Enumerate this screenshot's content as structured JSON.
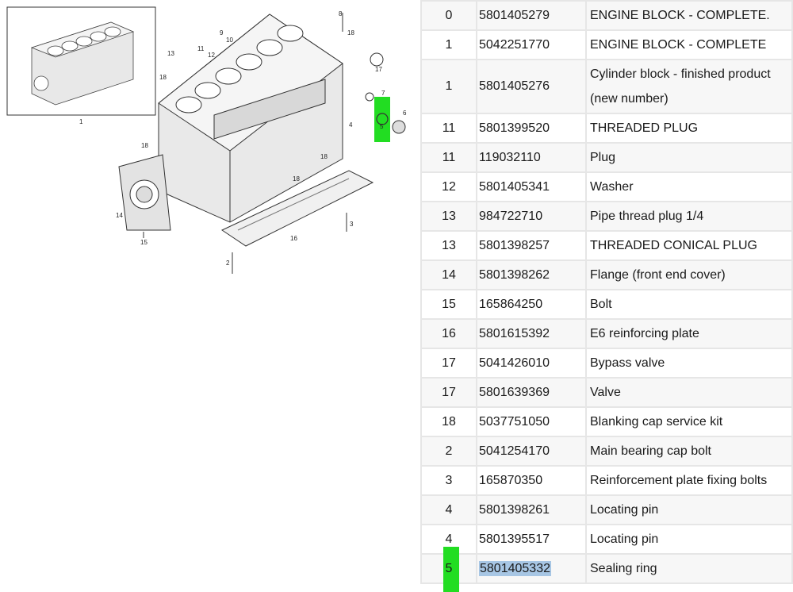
{
  "diagram": {
    "inset_label": "1",
    "callouts": [
      "8",
      "9",
      "10",
      "11",
      "12",
      "13",
      "18",
      "18",
      "17",
      "7",
      "6",
      "5",
      "4",
      "18",
      "18",
      "18",
      "14",
      "15",
      "16",
      "3",
      "2"
    ]
  },
  "table": {
    "rows": [
      {
        "ref": "0",
        "number": "5801405279",
        "description": "ENGINE BLOCK - COMPLETE."
      },
      {
        "ref": "1",
        "number": "5042251770",
        "description": "ENGINE BLOCK - COMPLETE"
      },
      {
        "ref": "1",
        "number": "5801405276",
        "description": "Cylinder block - finished product (new number)"
      },
      {
        "ref": "11",
        "number": "5801399520",
        "description": "THREADED PLUG"
      },
      {
        "ref": "11",
        "number": "119032110",
        "description": "Plug"
      },
      {
        "ref": "12",
        "number": "5801405341",
        "description": "Washer"
      },
      {
        "ref": "13",
        "number": "984722710",
        "description": "Pipe thread plug 1/4"
      },
      {
        "ref": "13",
        "number": "5801398257",
        "description": "THREADED CONICAL PLUG"
      },
      {
        "ref": "14",
        "number": "5801398262",
        "description": "Flange (front end cover)"
      },
      {
        "ref": "15",
        "number": "165864250",
        "description": "Bolt"
      },
      {
        "ref": "16",
        "number": "5801615392",
        "description": "E6 reinforcing plate"
      },
      {
        "ref": "17",
        "number": "5041426010",
        "description": "Bypass valve"
      },
      {
        "ref": "17",
        "number": "5801639369",
        "description": "Valve"
      },
      {
        "ref": "18",
        "number": "5037751050",
        "description": "Blanking cap service kit"
      },
      {
        "ref": "2",
        "number": "5041254170",
        "description": "Main bearing cap bolt"
      },
      {
        "ref": "3",
        "number": "165870350",
        "description": "Reinforcement plate fixing bolts"
      },
      {
        "ref": "4",
        "number": "5801398261",
        "description": "Locating pin"
      },
      {
        "ref": "4",
        "number": "5801395517",
        "description": "Locating pin"
      },
      {
        "ref": "5",
        "number": "5801405332",
        "description": "Sealing ring"
      }
    ]
  },
  "colors": {
    "highlight_green": "#22dd22",
    "selection_blue": "#a7c6e4"
  }
}
